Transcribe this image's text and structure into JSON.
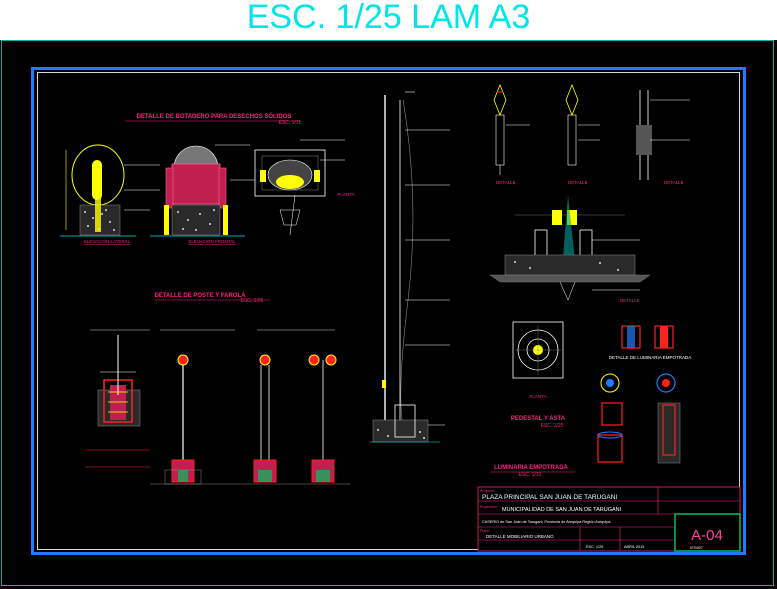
{
  "header": {
    "title": "ESC. 1/25 LAM A3"
  },
  "details": {
    "dotadero_title": "DETALLE DE BOTADERO PARA DESECHOS SÓLIDOS",
    "dotadero_scale": "ESC. 1/15",
    "elevacion_lateral": "ELEVACIÓN LATERAL",
    "elevacion_frontal": "ELEVACIÓN FRONTAL",
    "planta": "PLANTA",
    "poste_title": "DETALLE DE POSTE Y FAROLA",
    "poste_scale": "ESC. 1/25",
    "pedestal_title": "PEDESTAL Y ASTA",
    "pedestal_scale": "ESC. 1/25",
    "luminaria_title": "LUMINARIA EMPOTRADA",
    "luminaria_scale": "ESC. 1/10",
    "detalle_luminaria": "DETALLE DE LUMINARIA EMPOTRADA"
  },
  "title_block": {
    "project_label": "Proyecto:",
    "project": "PLAZA PRINCIPAL SAN JUAN DE TARUGANI",
    "owner_label": "Propietario:",
    "owner": "MUNICIPALIDAD DE SAN JUAN DE TARUGANI",
    "location": "CASERIO de San Juan de Tarugani, Provincia de Arequipa Región Arequipa",
    "plan_label": "Plano:",
    "plan": "DETALLE MOBILIARIO URBANO",
    "sheet": "A-04",
    "sheet_sub": "N°04/07",
    "scale": "ESC. 1/25",
    "date": "ABRIL 2015"
  },
  "colors": {
    "title": "#00e5e5",
    "frame": "#1e7cff",
    "sheet_box": "#00c060",
    "sheet_text": "#ff40a0",
    "magenta": "#ff2080",
    "red": "#ff2020",
    "yellow": "#ffff00"
  }
}
